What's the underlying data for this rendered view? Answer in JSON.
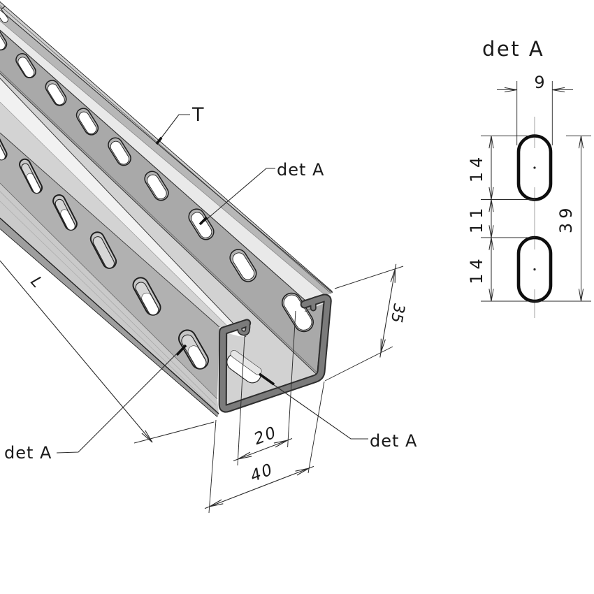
{
  "drawing": {
    "type": "technical-drawing",
    "subject": "perforated strut channel profile with slotted holes",
    "views": [
      "3d-perspective",
      "detail-A"
    ]
  },
  "labels": {
    "thickness": "T",
    "length": "L",
    "detail": "det A"
  },
  "detail": {
    "title": "det A"
  },
  "dimensions": {
    "opening_width": "20",
    "outer_width": "40",
    "height": "35",
    "slot_width": "9",
    "slot_length": "14",
    "slot_gap": "11",
    "slot_pitch_total": "39"
  },
  "colors": {
    "background": "#ffffff",
    "line": "#2b2b2b",
    "text": "#1a1a1a",
    "steel_light": "#e9e9e9",
    "steel_mid": "#b5b5b5",
    "steel_dark": "#a9a9a9",
    "section_ring": "#7b7b7b"
  }
}
